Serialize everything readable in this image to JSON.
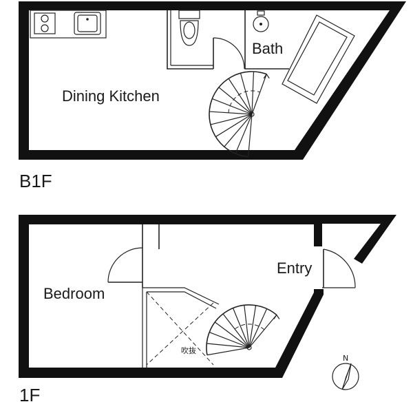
{
  "floors": [
    {
      "label": "B1F",
      "rooms": [
        "Dining Kitchen",
        "Bath"
      ]
    },
    {
      "label": "1F",
      "rooms": [
        "Bedroom",
        "Entry"
      ],
      "void_label": "吹抜"
    }
  ],
  "compass": {
    "north": "N"
  }
}
